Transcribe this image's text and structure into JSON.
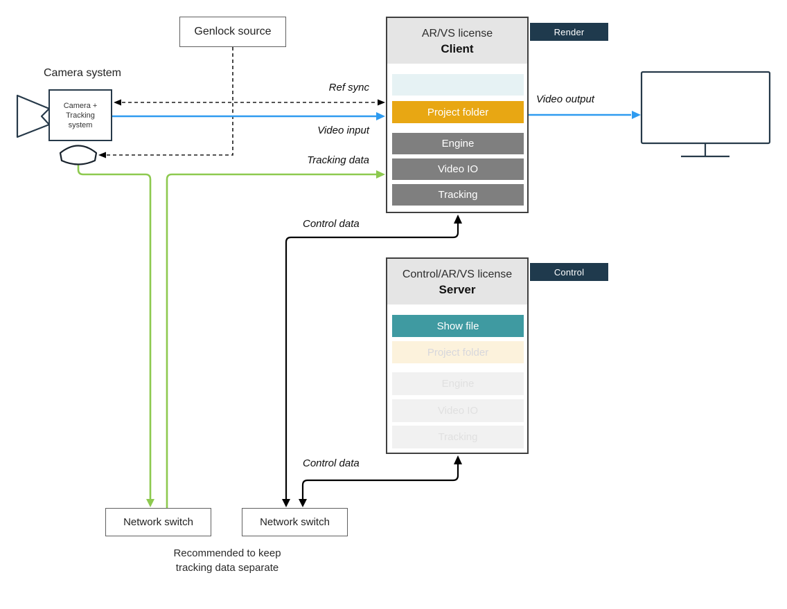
{
  "colors": {
    "video_blue": "#2E9BF0",
    "tracking_green": "#8DC94F",
    "control_black": "#000000",
    "sync_dashed": "#1A1A1A",
    "project_folder_orange": "#E8A713",
    "show_file_teal": "#3F9AA1",
    "module_gray": "#7F7F7F",
    "faded_row_cream": "#FCF2DC",
    "faded_row_gray": "#F1F1F1",
    "faded_row_teal": "#E6F2F4",
    "header_gray": "#E5E5E5",
    "tag_navy": "#1F3A4D",
    "device_outline_navy": "#263949"
  },
  "camera": {
    "title": "Camera system",
    "body_lines": [
      "Camera +",
      "Tracking",
      "system"
    ]
  },
  "genlock": {
    "label": "Genlock source"
  },
  "client_box": {
    "title": "AR/VS license",
    "subtitle": "Client",
    "tag": "Render",
    "rows": [
      {
        "label": "",
        "style": "faded-teal"
      },
      {
        "label": "Project folder",
        "style": "orange"
      },
      {
        "label": "Engine",
        "style": "gray"
      },
      {
        "label": "Video IO",
        "style": "gray"
      },
      {
        "label": "Tracking",
        "style": "gray"
      }
    ]
  },
  "server_box": {
    "title": "Control/AR/VS license",
    "subtitle": "Server",
    "tag": "Control",
    "rows": [
      {
        "label": "Show file",
        "style": "teal"
      },
      {
        "label": "Project folder",
        "style": "faded-orange"
      },
      {
        "label": "Engine",
        "style": "faded-gray"
      },
      {
        "label": "Video IO",
        "style": "faded-gray"
      },
      {
        "label": "Tracking",
        "style": "faded-gray"
      }
    ]
  },
  "labels": {
    "ref_sync": "Ref sync",
    "video_input": "Video input",
    "tracking_data": "Tracking data",
    "video_output": "Video output",
    "control_data_upper": "Control data",
    "control_data_lower": "Control data"
  },
  "switches": {
    "left": "Network switch",
    "right": "Network switch"
  },
  "note": {
    "lines": [
      "Recommended to keep",
      "tracking data separate"
    ]
  }
}
